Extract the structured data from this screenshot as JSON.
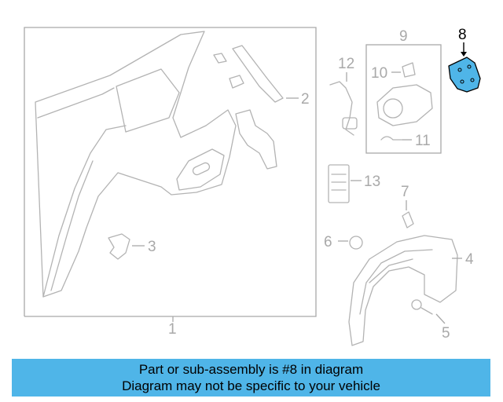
{
  "callouts": {
    "c1": "1",
    "c2": "2",
    "c3": "3",
    "c4": "4",
    "c5": "5",
    "c6": "6",
    "c7": "7",
    "c8": "8",
    "c9": "9",
    "c10": "10",
    "c11": "11",
    "c12": "12",
    "c13": "13"
  },
  "highlight": {
    "part_number": "8",
    "color": "#4fb5e8"
  },
  "caption": {
    "line1": "Part or sub-assembly is #8 in diagram",
    "line2": "Diagram may not be specific to your vehicle",
    "background": "#4fb5e8"
  }
}
